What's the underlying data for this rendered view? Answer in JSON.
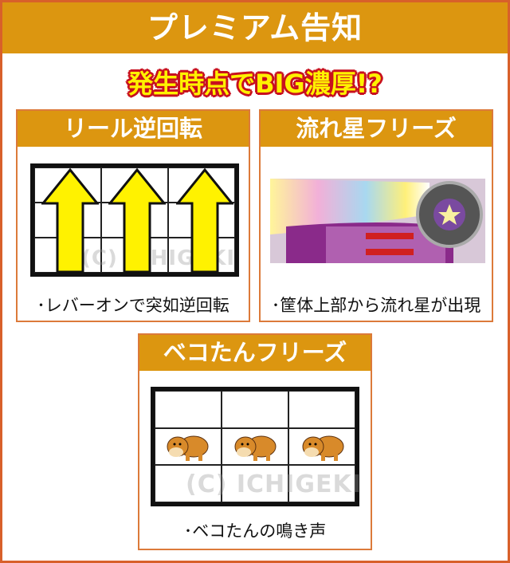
{
  "header": {
    "title": "プレミアム告知"
  },
  "subtitle": "発生時点でBIG濃厚!?",
  "panels": [
    {
      "title": "リール逆回転",
      "caption": "･レバーオンで突如逆回転"
    },
    {
      "title": "流れ星フリーズ",
      "caption": "･筐体上部から流れ星が出現"
    },
    {
      "title": "ベコたんフリーズ",
      "caption": "･ベコたんの鳴き声"
    }
  ],
  "watermark": "(C) ICHIGEKI",
  "colors": {
    "header": "#dc9610",
    "border": "#d8602a",
    "subtitle_fill": "#fff200",
    "subtitle_stroke": "#c8101e",
    "arrow": "#fff200"
  }
}
